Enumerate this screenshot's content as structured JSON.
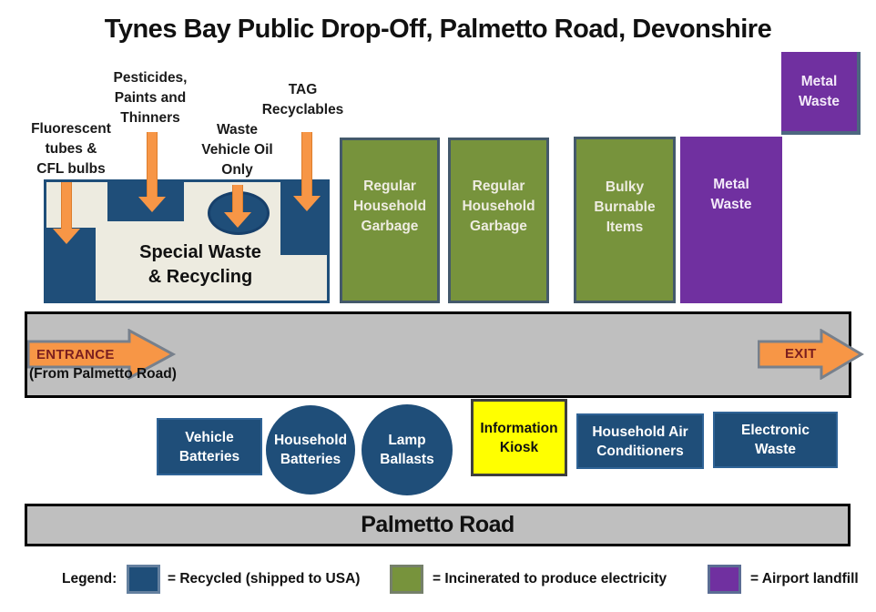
{
  "title": "Tynes Bay Public Drop-Off, Palmetto Road, Devonshire",
  "colors": {
    "recycled_blue": "#1F4E79",
    "incinerated_green": "#77933C",
    "landfill_purple": "#7030A0",
    "arrow_orange": "#F79646",
    "road_gray": "#BFBFBF",
    "kiosk_yellow": "#FFFF00",
    "special_area_cream": "#EDEBE0"
  },
  "callouts": {
    "fluorescent": "Fluorescent\ntubes &\nCFL bulbs",
    "pesticides": "Pesticides,\nPaints and\nThinners",
    "oil": "Waste\nVehicle Oil\nOnly",
    "tag": "TAG\nRecyclables"
  },
  "zones": {
    "special_waste": "Special Waste\n& Recycling",
    "regular_garbage_1": "Regular\nHousehold\nGarbage",
    "regular_garbage_2": "Regular\nHousehold\nGarbage",
    "bulky_burnable": "Bulky\nBurnable\nItems",
    "metal_waste_large": "Metal\nWaste",
    "metal_waste_small": "Metal\nWaste"
  },
  "road": {
    "entrance": "ENTRANCE",
    "entrance_sub": "(From Palmetto Road)",
    "exit": "EXIT",
    "bottom_name": "Palmetto Road"
  },
  "dropoffs": {
    "vehicle_batteries": "Vehicle\nBatteries",
    "household_batteries": "Household\nBatteries",
    "lamp_ballasts": "Lamp\nBallasts",
    "information_kiosk": "Information\nKiosk",
    "air_conditioners": "Household Air\nConditioners",
    "electronic_waste": "Electronic\nWaste"
  },
  "legend": {
    "label": "Legend:",
    "items": [
      {
        "color": "#1F4E79",
        "text": "= Recycled (shipped to USA)"
      },
      {
        "color": "#77933C",
        "text": "= Incinerated to produce electricity"
      },
      {
        "color": "#7030A0",
        "text": "= Airport landfill"
      }
    ]
  }
}
